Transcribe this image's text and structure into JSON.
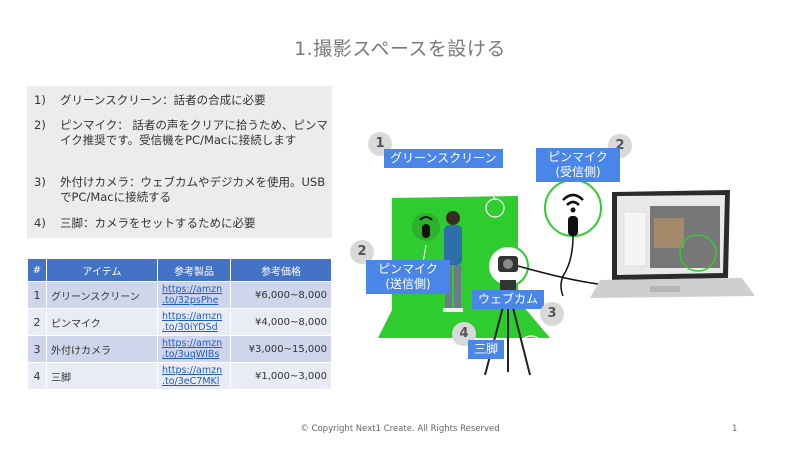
{
  "title": "1.撮影スペースを設ける",
  "list": [
    {
      "num": "1)",
      "text": "グリーンスクリーン：話者の合成に必要"
    },
    {
      "num": "2)",
      "text": "ピンマイク： 話者の声をクリアに拾うため、ピンマイク推奨です。受信機をPC/Macに接続します"
    },
    {
      "num": "3)",
      "text": "外付けカメラ：ウェブカムやデジカメを使用。USBでPC/Macに接続する"
    },
    {
      "num": "4)",
      "text": "三脚：カメラをセットするために必要"
    }
  ],
  "table": {
    "headers": [
      "#",
      "アイテム",
      "参考製品",
      "参考価格"
    ],
    "rows": [
      {
        "num": "1",
        "item": "グリーンスクリーン",
        "link1": "https://amzn",
        "link2": ".to/32psPhe",
        "price": "¥6,000~8,000"
      },
      {
        "num": "2",
        "item": "ピンマイク",
        "link1": "https://amzn",
        "link2": ".to/30iYDSd",
        "price": "¥4,000~8,000"
      },
      {
        "num": "3",
        "item": "外付けカメラ",
        "link1": "https://amzn",
        "link2": ".to/3uqWlBs",
        "price": "¥3,000~15,000"
      },
      {
        "num": "4",
        "item": "三脚",
        "link1": "https://amzn",
        "link2": ".to/3eC7MKl",
        "price": "¥1,000~3,000"
      }
    ]
  },
  "callouts": {
    "green_screen": "グリーンスクリーン",
    "pin_mic_rx_1": "ピンマイク",
    "pin_mic_rx_2": "(受信側)",
    "pin_mic_tx_1": "ピンマイク",
    "pin_mic_tx_2": "(送信側)",
    "webcam": "ウェブカム",
    "tripod": "三脚"
  },
  "badges": {
    "b1": "1",
    "b2a": "2",
    "b2b": "2",
    "b3": "3",
    "b4": "4"
  },
  "colors": {
    "green_screen": "#2ecc2e",
    "callout_bg": "#4a86e8",
    "table_header": "#4472c4"
  },
  "footer": "© Copyright Next1 Create. All Rights Reserved",
  "page_number": "1"
}
